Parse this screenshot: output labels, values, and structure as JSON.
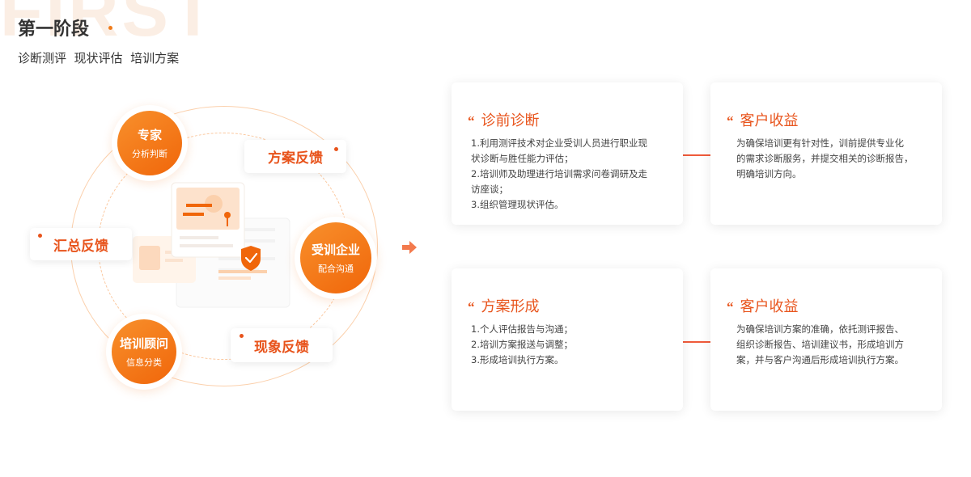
{
  "header": {
    "watermark": "FIRST",
    "title": "第一阶段",
    "subtitle": "诊断测评  现状评估  培训方案"
  },
  "cycle": {
    "expert": {
      "title": "专家",
      "subtitle": "分析判断"
    },
    "enterprise": {
      "title": "受训企业",
      "subtitle": "配合沟通"
    },
    "advisor": {
      "title": "培训顾问",
      "subtitle": "信息分类"
    },
    "tags": {
      "plan_feedback": "方案反馈",
      "summary_feedback": "汇总反馈",
      "phenomenon_feedback": "现象反馈"
    }
  },
  "cards": [
    {
      "title": "诊前诊断",
      "lines": [
        "1.利用测评技术对企业受训人员进行职业现",
        "状诊断与胜任能力评估；",
        "2.培训师及助理进行培训需求问卷调研及走",
        "访座谈；",
        "3.组织管理现状评估。"
      ]
    },
    {
      "title": "客户收益",
      "lines": [
        "为确保培训更有针对性，训前提供专业化",
        "的需求诊断服务，并提交相关的诊断报告，",
        "明确培训方向。"
      ]
    },
    {
      "title": "方案形成",
      "lines": [
        "1.个人评估报告与沟通；",
        "2.培训方案报送与调整；",
        "3.形成培训执行方案。"
      ]
    },
    {
      "title": "客户收益",
      "lines": [
        "为确保培训方案的准确，依托测评报告、",
        "组织诊断报告、培训建议书，形成培训方",
        "案，并与客户沟通后形成培训执行方案。"
      ]
    }
  ],
  "quote_mark": "“",
  "colors": {
    "accent": "#f07c1b",
    "title_red": "#e8541c",
    "connector": "#ef5a3a"
  }
}
